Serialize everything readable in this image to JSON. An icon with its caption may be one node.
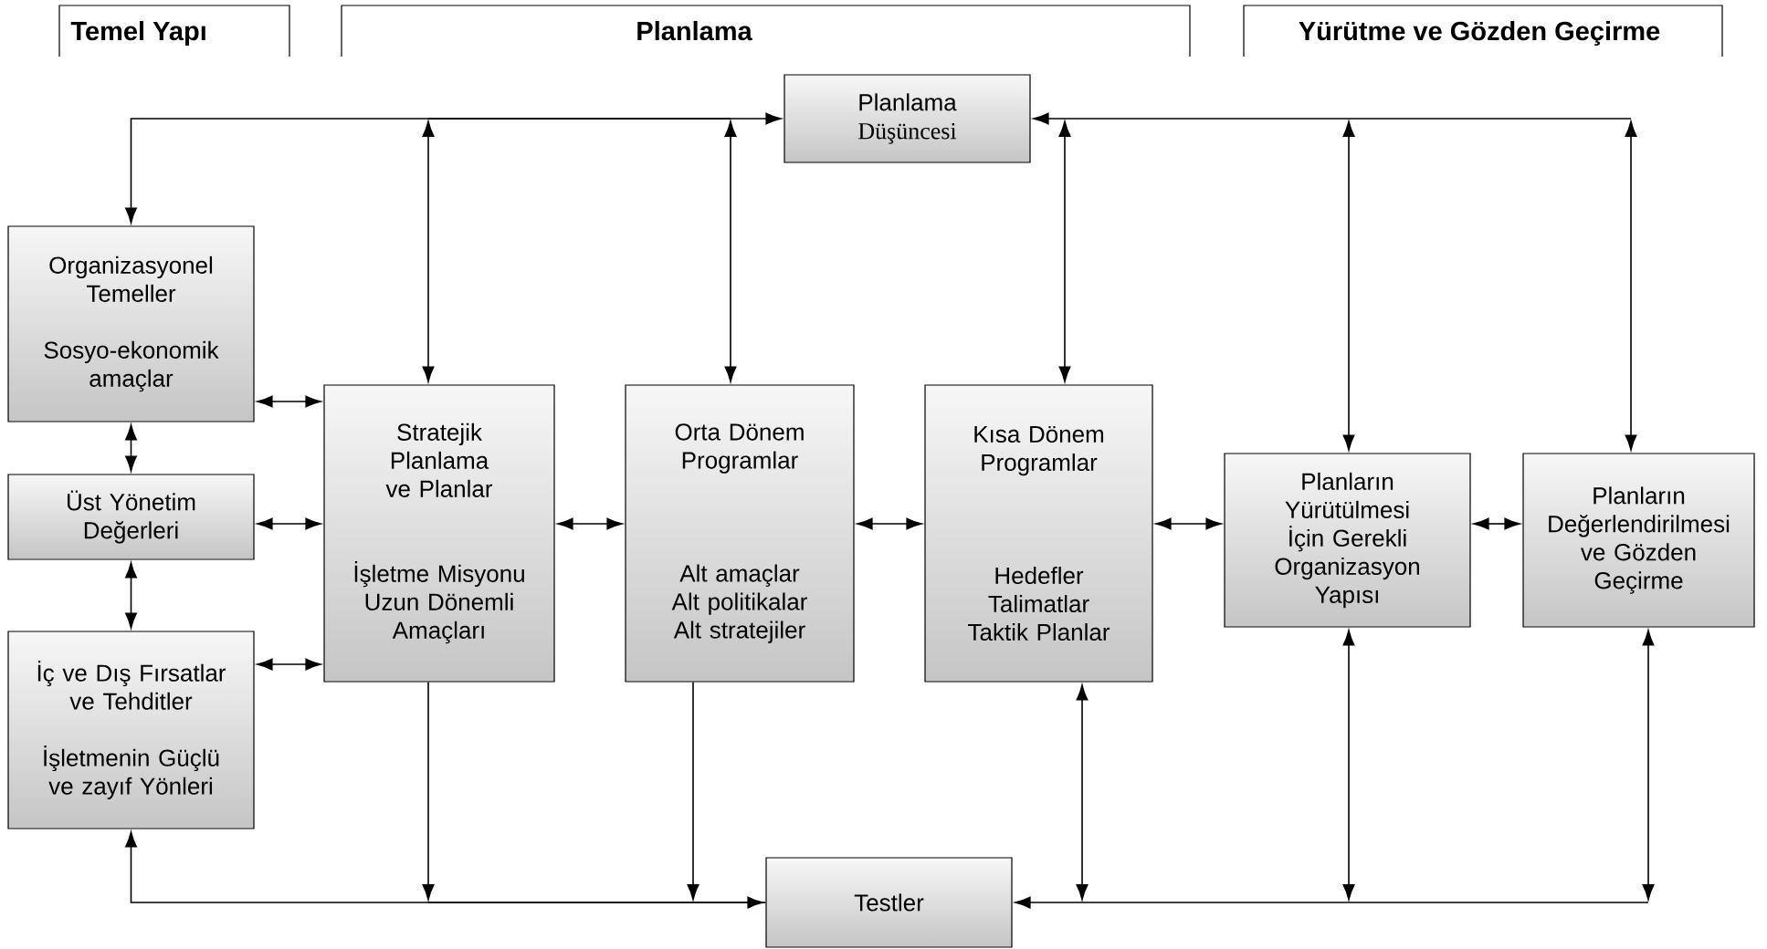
{
  "diagram": {
    "nodes": [
      {
        "text": [
          "Temel Yapı"
        ]
      },
      {
        "text": [
          "Planlama"
        ]
      },
      {
        "text": [
          "Yürütme ve Gözden Geçirme"
        ]
      },
      {
        "text": [
          "Planlama",
          "Düşüncesi"
        ]
      },
      {
        "text": [
          "Organizasyonel Temeller",
          "Sosyo-ekonomik amaçlar"
        ]
      },
      {
        "text": [
          "Üst Yönetim Değerleri"
        ]
      },
      {
        "text": [
          "İç ve Dış Fırsatlar ve Tehditler",
          "İşletmenin  Güçlü ve zayıf Yönleri"
        ]
      },
      {
        "text": [
          "Stratejik Planlama ve Planlar",
          "İşletme Misyonu Uzun Dönemli Amaçları"
        ]
      },
      {
        "text": [
          "Orta Dönem Programlar",
          "Alt amaçlar Alt politikalar Alt stratejiler"
        ]
      },
      {
        "text": [
          "Kısa Dönem Programlar",
          "Hedefler Talimatlar Taktik Planlar"
        ]
      },
      {
        "text": [
          "Planların Yürütülmesi İçin Gerekli Organizasyon Yapısı"
        ]
      },
      {
        "text": [
          "Planların Değerlendirilmesi ve Gözden Geçirme"
        ]
      },
      {
        "text": [
          "Testler"
        ]
      }
    ],
    "edges": [
      {
        "from": 3,
        "to": 4,
        "arrow": "both"
      },
      {
        "from": null,
        "to": 7,
        "arrow": "both"
      },
      {
        "from": null,
        "to": 8,
        "arrow": "both"
      },
      {
        "from": null,
        "to": 9,
        "arrow": "both"
      },
      {
        "from": null,
        "to": 10,
        "arrow": "both"
      },
      {
        "from": null,
        "to": 11,
        "arrow": "both"
      },
      {
        "from": null,
        "to": 3,
        "arrow": "to"
      },
      {
        "from": 4,
        "to": 7,
        "arrow": "both"
      },
      {
        "from": 5,
        "to": 7,
        "arrow": "both"
      },
      {
        "from": 6,
        "to": 7,
        "arrow": "both"
      },
      {
        "from": 4,
        "to": 5,
        "arrow": "both"
      },
      {
        "from": 5,
        "to": 6,
        "arrow": "both"
      },
      {
        "from": 7,
        "to": 8,
        "arrow": "both"
      },
      {
        "from": 8,
        "to": 9,
        "arrow": "both"
      },
      {
        "from": 9,
        "to": 10,
        "arrow": "both"
      },
      {
        "from": 10,
        "to": 11,
        "arrow": "both"
      },
      {
        "from": 7,
        "to": null,
        "arrow": "to"
      },
      {
        "from": 8,
        "to": null,
        "arrow": "to"
      },
      {
        "from": 6,
        "to": 12,
        "arrow": "both"
      },
      {
        "from": 9,
        "to": null,
        "arrow": "both"
      },
      {
        "from": 10,
        "to": null,
        "arrow": "both"
      },
      {
        "from": 11,
        "to": null,
        "arrow": "both"
      },
      {
        "from": null,
        "to": 12,
        "arrow": "to"
      }
    ]
  }
}
